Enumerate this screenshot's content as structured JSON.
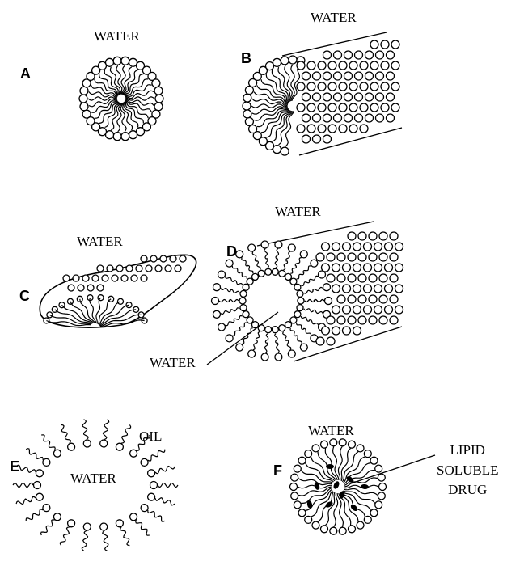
{
  "panels": {
    "A": {
      "label": "A",
      "medium": "WATER"
    },
    "B": {
      "label": "B",
      "medium": "WATER"
    },
    "C": {
      "label": "C",
      "medium": "WATER"
    },
    "D": {
      "label": "D",
      "medium": "WATER",
      "interior": "WATER"
    },
    "E": {
      "label": "E",
      "medium": "OIL",
      "interior": "WATER"
    },
    "F": {
      "label": "F",
      "medium": "WATER",
      "drug_line1": "LIPID",
      "drug_line2": "SOLUBLE",
      "drug_line3": "DRUG"
    }
  },
  "colors": {
    "ink": "#000000",
    "background": "#ffffff"
  }
}
